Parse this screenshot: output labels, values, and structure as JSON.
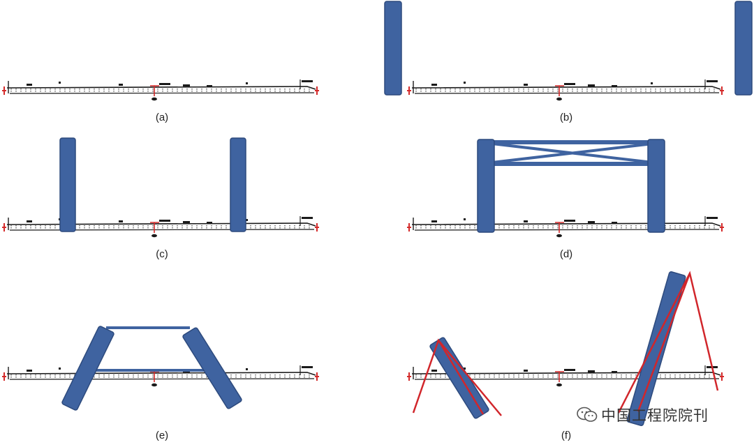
{
  "figure": {
    "panels": [
      {
        "id": "a",
        "label": "(a)"
      },
      {
        "id": "b",
        "label": "(b)"
      },
      {
        "id": "c",
        "label": "(c)"
      },
      {
        "id": "d",
        "label": "(d)"
      },
      {
        "id": "e",
        "label": "(e)"
      },
      {
        "id": "f",
        "label": "(f)"
      }
    ],
    "watermark": "中国工程院院刊",
    "colors": {
      "member_fill": "#3f63a0",
      "member_edge": "#2d4a7d",
      "member_highlight": "#5a7fbd",
      "cable": "#d1262b",
      "deck": "#1a1a1a",
      "marker": "#d42a2a"
    }
  }
}
